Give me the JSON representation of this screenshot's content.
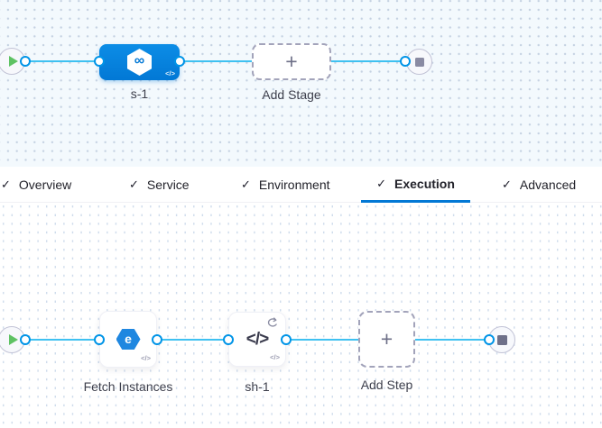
{
  "colors": {
    "accent": "#0278d5",
    "edge": "#3fc1f1",
    "port": "#0094e7",
    "play": "#5ec263",
    "stop": "#7c7d97",
    "ink": "#22222a",
    "label": "#3d3f4c",
    "dash": "#a2a3ba"
  },
  "icons": {
    "check": "✓",
    "plus": "+",
    "code_badge": "</>",
    "infinity": "∞",
    "elastigroup_glyph": "e",
    "shell": "</>"
  },
  "pipeline": {
    "stage": {
      "label": "s-1"
    },
    "add_stage_label": "Add Stage"
  },
  "tabs": {
    "items": [
      {
        "label": "Overview"
      },
      {
        "label": "Service"
      },
      {
        "label": "Environment"
      },
      {
        "label": "Execution",
        "active": true
      },
      {
        "label": "Advanced"
      }
    ]
  },
  "execution": {
    "steps": [
      {
        "label": "Fetch Instances"
      },
      {
        "label": "sh-1"
      }
    ],
    "add_step_label": "Add Step"
  }
}
